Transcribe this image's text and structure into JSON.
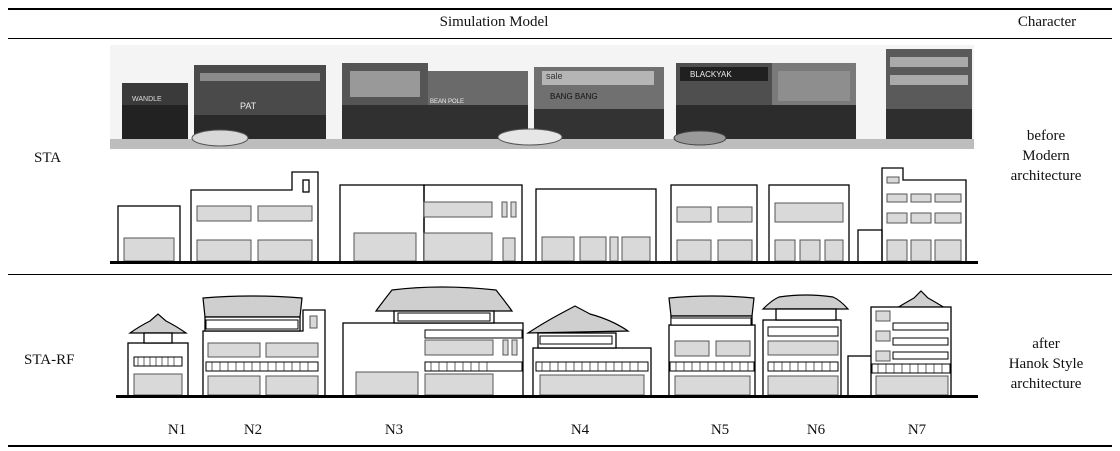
{
  "header": {
    "model_label": "Simulation Model",
    "character_label": "Character"
  },
  "rows": [
    {
      "label": "STA",
      "character": [
        "before",
        "Modern",
        "architecture"
      ]
    },
    {
      "label": "STA-RF",
      "character": [
        "after",
        "Hanok Style",
        "architecture"
      ]
    }
  ],
  "building_labels": [
    "N1",
    "N2",
    "N3",
    "N4",
    "N5",
    "N6",
    "N7"
  ],
  "photo_signs": [
    "WANDLE",
    "PAT",
    "BEAN POLE",
    "BANG BANG",
    "BLACKYAK",
    "sale"
  ]
}
